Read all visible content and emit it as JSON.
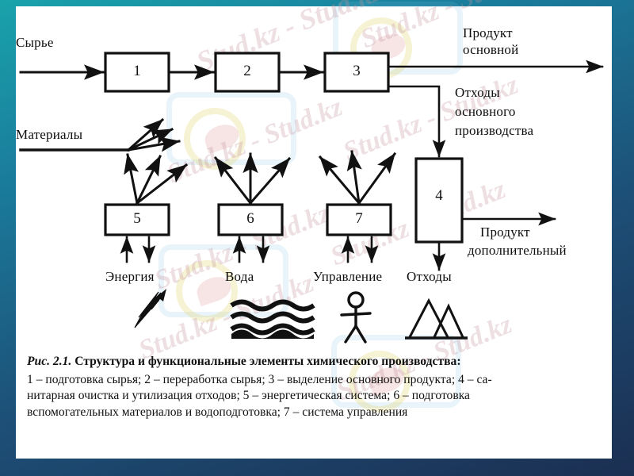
{
  "figure": {
    "caption_figno": "Рис. 2.1.",
    "caption_title": "Структура и функциональные элементы химического производства:",
    "caption_body_1": "1 – подготовка сырья; 2 – переработка сырья; 3 – выделение основного продукта; 4 – са-",
    "caption_body_2": "нитарная очистка и утилизация отходов; 5 – энергетическая система; 6 – подготовка",
    "caption_body_3": "вспомогательных материалов и водоподготовка; 7 – система управления"
  },
  "blocks": [
    {
      "id": "block-1",
      "number": "1",
      "meaning": "подготовка сырья"
    },
    {
      "id": "block-2",
      "number": "2",
      "meaning": "переработка сырья"
    },
    {
      "id": "block-3",
      "number": "3",
      "meaning": "выделение основного продукта"
    },
    {
      "id": "block-4",
      "number": "4",
      "meaning": "санитарная очистка и утилизация отходов"
    },
    {
      "id": "block-5",
      "number": "5",
      "meaning": "энергетическая система"
    },
    {
      "id": "block-6",
      "number": "6",
      "meaning": "подготовка вспомогательных материалов"
    },
    {
      "id": "block-7",
      "number": "7",
      "meaning": "система управления"
    }
  ],
  "flow_labels": {
    "raw_material": "Сырье",
    "materials": "Материалы",
    "main_product_line1": "Продукт",
    "main_product_line2": "основной",
    "main_waste_line1": "Отходы",
    "main_waste_line2": "основного",
    "main_waste_line3": "производства",
    "extra_product_line1": "Продукт",
    "extra_product_line2": "дополнительный",
    "waste": "Отходы",
    "energy": "Энергия",
    "water": "Вода",
    "control": "Управление"
  },
  "symbols": [
    {
      "name": "lightning-bolt-icon",
      "for": "Энергия"
    },
    {
      "name": "water-waves-icon",
      "for": "Вода"
    },
    {
      "name": "stick-figure-icon",
      "for": "Управление"
    },
    {
      "name": "waste-heap-icon",
      "for": "Отходы"
    }
  ],
  "watermark": {
    "text": "Stud.kz",
    "text_combo": "Stud.kz - Stud.kz",
    "color": "#c496a0"
  },
  "border": {
    "top_color": "#19a3ab",
    "bottom_color": "#1b2f52"
  }
}
